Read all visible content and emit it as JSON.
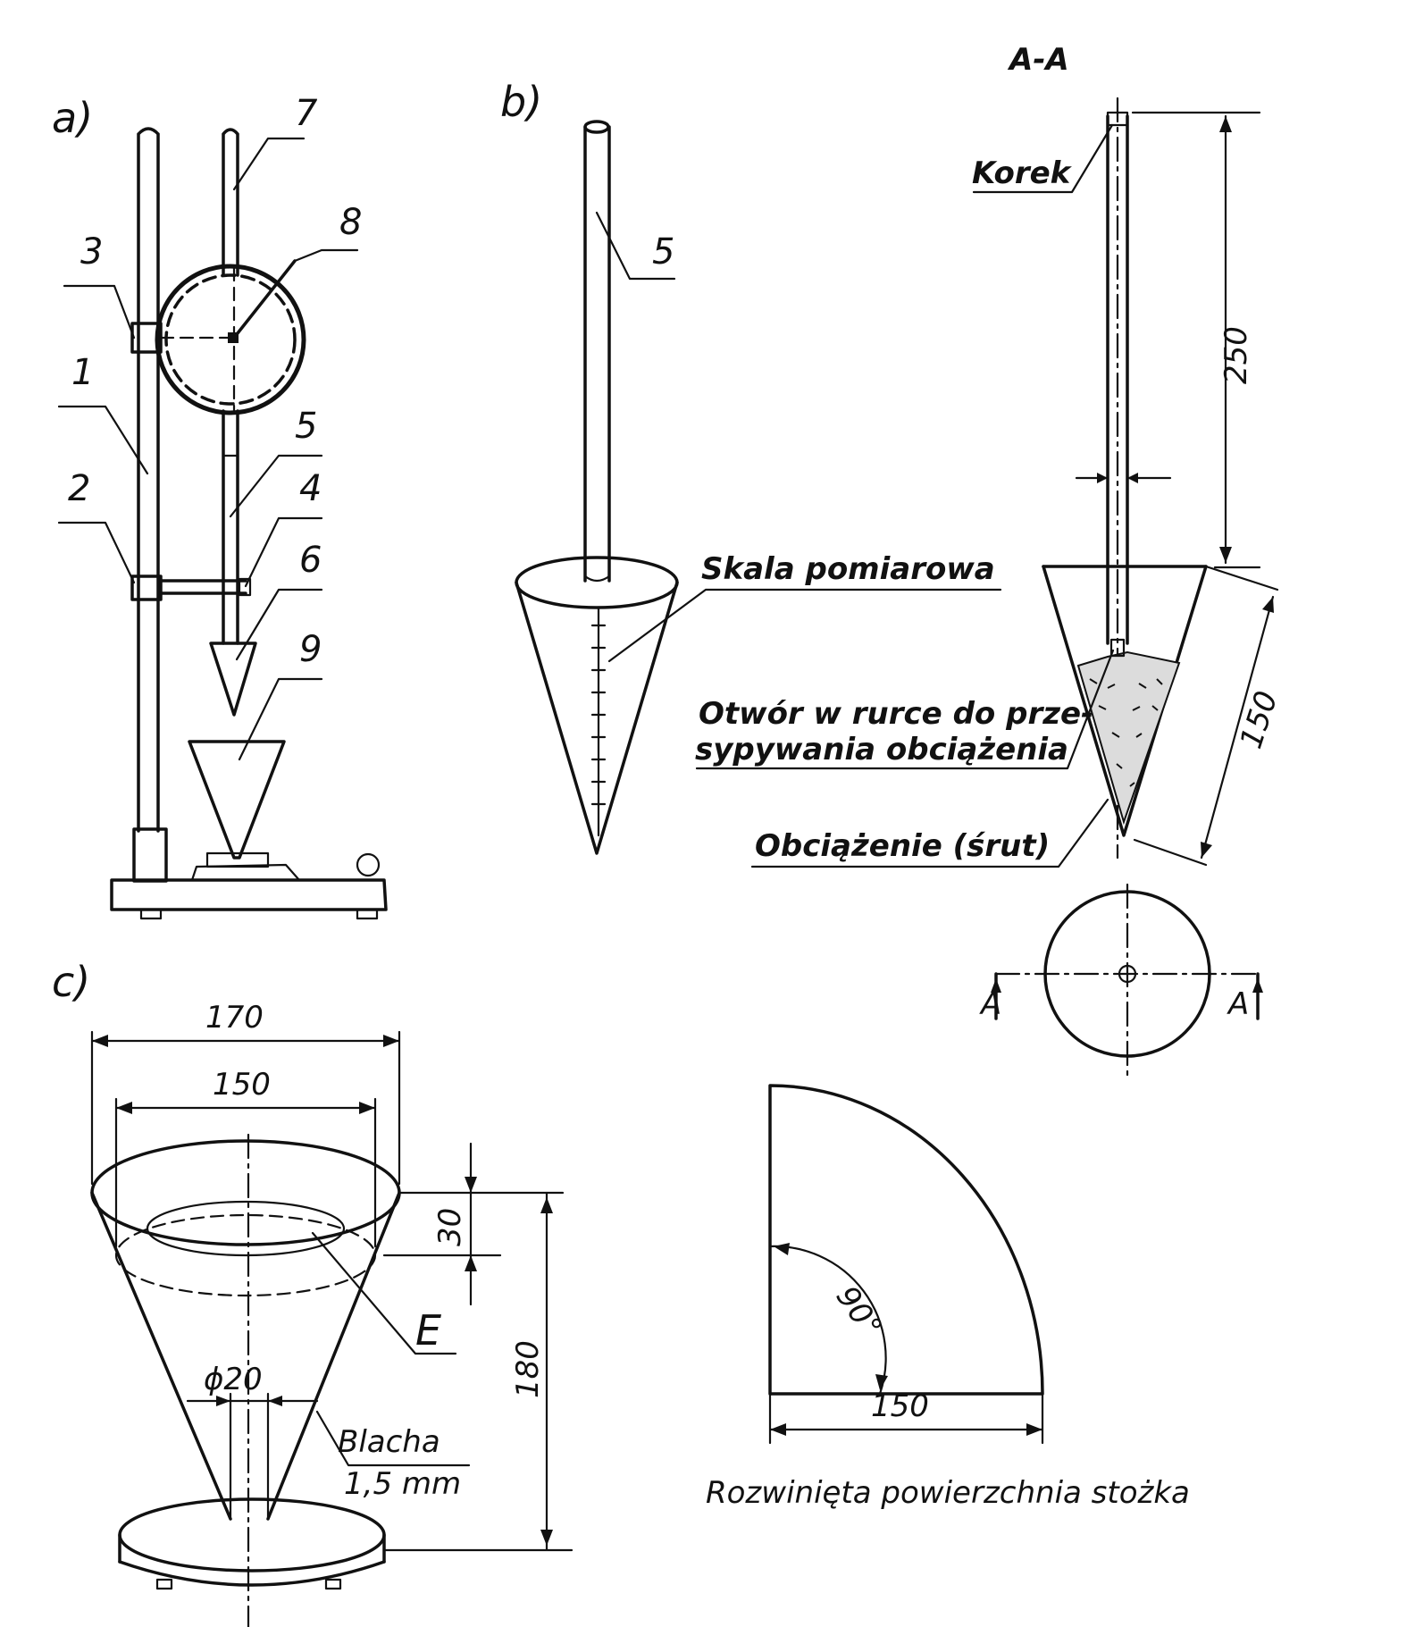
{
  "panels": {
    "a": "a)",
    "b": "b)",
    "c": "c)"
  },
  "section_title": "A-A",
  "part_numbers": {
    "n1": "1",
    "n2": "2",
    "n3": "3",
    "n4": "4",
    "n5": "5",
    "n6": "6",
    "n7": "7",
    "n8": "8",
    "n9": "9",
    "n5b": "5"
  },
  "labels": {
    "korek": "Korek",
    "skala": "Skala pomiarowa",
    "otwor_line1": "Otwór w rurce do prze-",
    "otwor_line2": "sypywania obciążenia",
    "obciazenie": "Obciążenie (śrut)",
    "e": "E",
    "blacha_line1": "Blacha",
    "blacha_line2": "1,5 mm",
    "section_a_left": "A",
    "section_a_right": "A",
    "caption": "Rozwinięta powierzchnia stożka"
  },
  "dimensions": {
    "d250": "250",
    "d150_b": "150",
    "d170": "170",
    "d150_c": "150",
    "d30": "30",
    "d180": "180",
    "phi20": "ϕ20",
    "angle90": "90°",
    "d150_dev": "150"
  }
}
